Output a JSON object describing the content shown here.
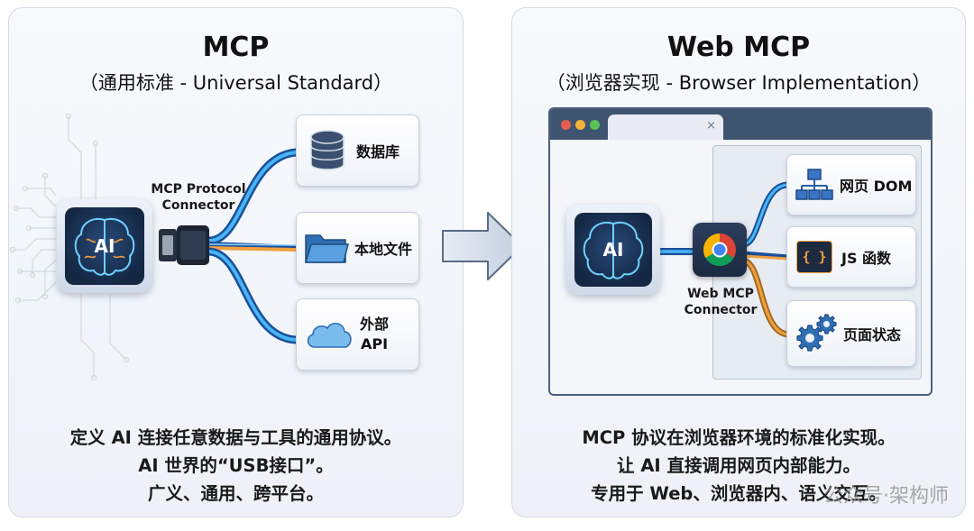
{
  "left": {
    "title": "MCP",
    "subtitle": "（通用标准 - Universal Standard）",
    "ai_label": "AI",
    "connector_label_line1": "MCP Protocol",
    "connector_label_line2": "Connector",
    "items": [
      {
        "icon": "database-icon",
        "label": "数据库"
      },
      {
        "icon": "folder-icon",
        "label": "本地文件"
      },
      {
        "icon": "cloud-icon",
        "label_line1": "外部",
        "label_line2": "API"
      }
    ],
    "description": [
      "定义 AI 连接任意数据与工具的通用协议。",
      "AI 世界的“USB接口”。",
      "广义、通用、跨平台。"
    ]
  },
  "right": {
    "title": "Web MCP",
    "subtitle": "（浏览器实现 - Browser Implementation）",
    "ai_label": "AI",
    "tab_close": "×",
    "connector_label_line1": "Web MCP",
    "connector_label_line2": "Connector",
    "items": [
      {
        "icon": "dom-tree-icon",
        "label": "网页 DOM"
      },
      {
        "icon": "code-braces-icon",
        "label": "JS 函数",
        "braces": "{ }"
      },
      {
        "icon": "gears-icon",
        "label": "页面状态"
      }
    ],
    "description": [
      "MCP 协议在浏览器环境的标准化实现。",
      "让 AI 直接调用网页内部能力。",
      "专用于 Web、浏览器内、语义交互。"
    ]
  },
  "watermark": "公众号·架构师",
  "colors": {
    "blue_cable": "#3aa0ea",
    "orange_cable": "#f0a040",
    "dark_navy": "#142743"
  }
}
